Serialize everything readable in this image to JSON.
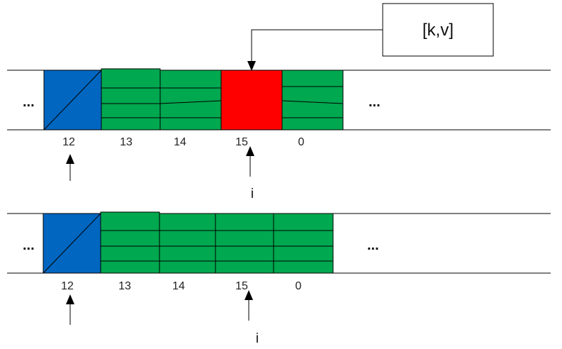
{
  "entry_box": {
    "text": "[k,v]"
  },
  "ellipsis": "...",
  "pointer_label": "i",
  "colors": {
    "blue": "#0066c0",
    "green": "#00a84f",
    "red": "#ff0000",
    "line": "#000000"
  },
  "top_array": {
    "slot_labels": [
      "12",
      "13",
      "14",
      "15",
      "0"
    ],
    "slots": [
      {
        "index": "12",
        "state": "deleted"
      },
      {
        "index": "13",
        "state": "occupied"
      },
      {
        "index": "14",
        "state": "occupied"
      },
      {
        "index": "15",
        "state": "inserting"
      },
      {
        "index": "0",
        "state": "occupied"
      }
    ]
  },
  "bottom_array": {
    "slot_labels": [
      "12",
      "13",
      "14",
      "15",
      "0"
    ],
    "slots": [
      {
        "index": "12",
        "state": "deleted"
      },
      {
        "index": "13",
        "state": "occupied"
      },
      {
        "index": "14",
        "state": "occupied"
      },
      {
        "index": "15",
        "state": "occupied"
      },
      {
        "index": "0",
        "state": "occupied"
      }
    ]
  }
}
